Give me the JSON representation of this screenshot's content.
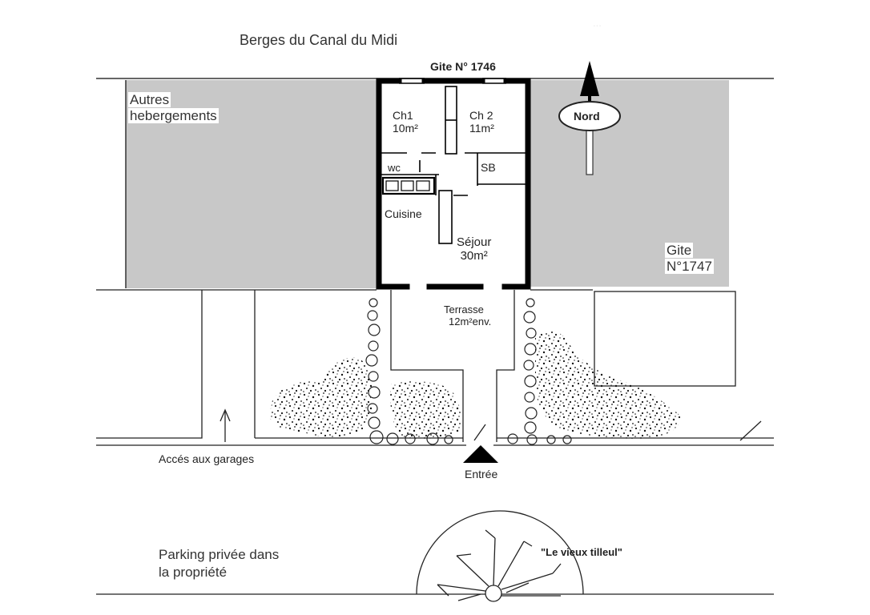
{
  "canal_label": "Berges du Canal du Midi",
  "gite_title": "Gite N° 1746",
  "faint_text": "...",
  "north_label": "Nord",
  "left_block": {
    "line1": "Autres",
    "line2": "hebergements"
  },
  "right_block": {
    "line1": "Gite",
    "line2": "N°1747"
  },
  "rooms": {
    "ch1": {
      "name": "Ch1",
      "area": "10m²"
    },
    "ch2": {
      "name": "Ch 2",
      "area": "11m²"
    },
    "wc": "wc",
    "sb": "SB",
    "cuisine": "Cuisine",
    "sejour": {
      "name": "Séjour",
      "area": "30m²"
    }
  },
  "terrasse": {
    "name": "Terrasse",
    "area": "12m²env."
  },
  "entree_label": "Entrée",
  "garage_label": "Accés aux garages",
  "parking": {
    "line1": "Parking privée dans",
    "line2": "la propriété"
  },
  "tree_label": "\"Le vieux tilleul\"",
  "colors": {
    "building_fill": "#c8c8c8",
    "wall": "#000000",
    "line": "#222222",
    "background": "#ffffff"
  }
}
